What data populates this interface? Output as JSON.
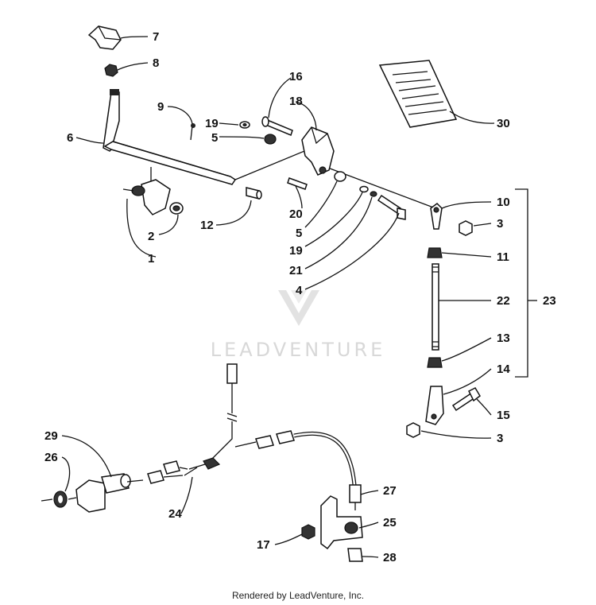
{
  "watermark": "LEADVENTURE",
  "credit": "Rendered by LeadVenture, Inc.",
  "callouts": [
    {
      "id": "c7",
      "text": "7"
    },
    {
      "id": "c8",
      "text": "8"
    },
    {
      "id": "c16",
      "text": "16"
    },
    {
      "id": "c18",
      "text": "18"
    },
    {
      "id": "c9",
      "text": "9"
    },
    {
      "id": "c19a",
      "text": "19"
    },
    {
      "id": "c5a",
      "text": "5"
    },
    {
      "id": "c6",
      "text": "6"
    },
    {
      "id": "c30",
      "text": "30"
    },
    {
      "id": "c10",
      "text": "10"
    },
    {
      "id": "c3a",
      "text": "3"
    },
    {
      "id": "c12",
      "text": "12"
    },
    {
      "id": "c20",
      "text": "20"
    },
    {
      "id": "c5b",
      "text": "5"
    },
    {
      "id": "c2",
      "text": "2"
    },
    {
      "id": "c1",
      "text": "1"
    },
    {
      "id": "c19b",
      "text": "19"
    },
    {
      "id": "c21",
      "text": "21"
    },
    {
      "id": "c4",
      "text": "4"
    },
    {
      "id": "c11",
      "text": "11"
    },
    {
      "id": "c22",
      "text": "22"
    },
    {
      "id": "c23",
      "text": "23"
    },
    {
      "id": "c13",
      "text": "13"
    },
    {
      "id": "c14",
      "text": "14"
    },
    {
      "id": "c15",
      "text": "15"
    },
    {
      "id": "c3b",
      "text": "3"
    },
    {
      "id": "c29",
      "text": "29"
    },
    {
      "id": "c26",
      "text": "26"
    },
    {
      "id": "c24",
      "text": "24"
    },
    {
      "id": "c27",
      "text": "27"
    },
    {
      "id": "c25",
      "text": "25"
    },
    {
      "id": "c17",
      "text": "17"
    },
    {
      "id": "c28",
      "text": "28"
    }
  ]
}
